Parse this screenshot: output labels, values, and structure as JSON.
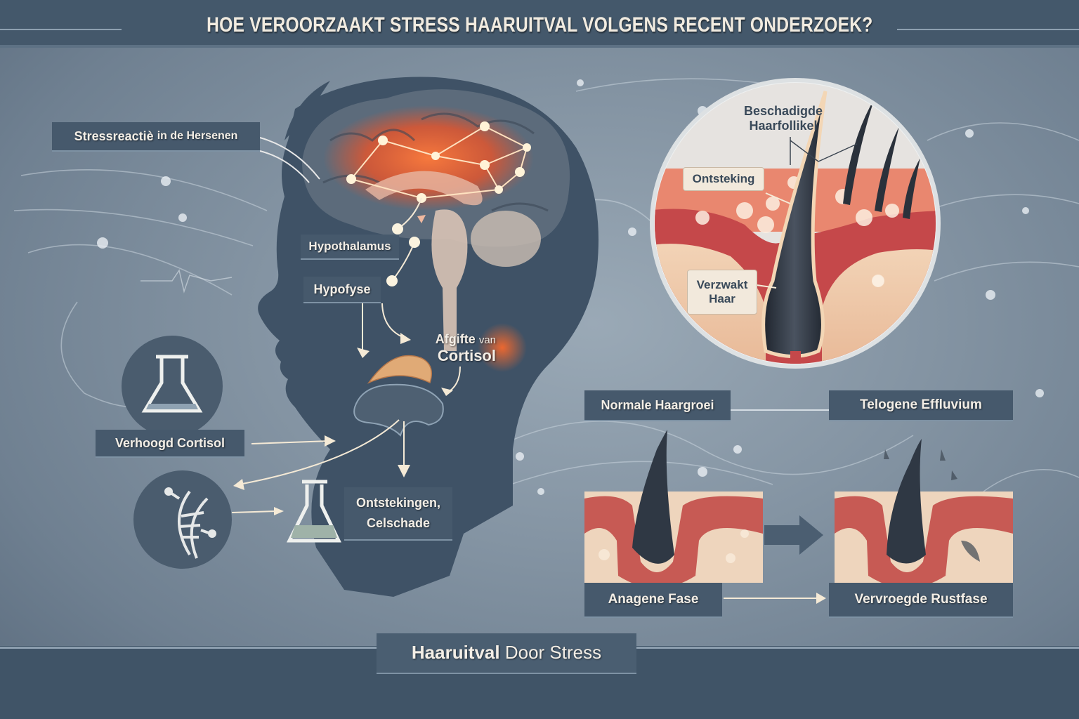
{
  "title": "HOE VEROORZAAKT STRESS HAARUITVAL VOLGENS RECENT ONDERZOEK?",
  "colors": {
    "header_bg": "#44586b",
    "background": "#8494a3",
    "head_silhouette": "#3f5266",
    "brain_glow": "#e8542a",
    "label_bg": "#46596c",
    "label_text": "#f3eee6",
    "skin": "#f0c9a6",
    "tissue_red": "#c5484a",
    "hair": "#2c3440"
  },
  "brain_section": {
    "stress_label_bold": "Stressreactiè",
    "stress_label_rest": "in de Hersenen",
    "hypothalamus": "Hypothalamus",
    "hypofyse": "Hypofyse",
    "cortisol_release_line1_bold": "Afgifte",
    "cortisol_release_line1_rest": "van",
    "cortisol_release_line2": "Cortisol"
  },
  "left_flow": {
    "elevated_cortisol": "Verhoogd Cortisol",
    "inflammation_line1": "Ontstekingen,",
    "inflammation_line2": "Celschade",
    "icons": [
      "flask-icon",
      "dna-icon",
      "flask-icon"
    ]
  },
  "follicle_closeup": {
    "title_line1": "Beschadigde",
    "title_line2": "Haarfollikel",
    "inflammation": "Ontsteking",
    "weakened_line1": "Verzwakt",
    "weakened_line2": "Haar"
  },
  "hair_cycle": {
    "normal_title": "Normale Haargroei",
    "telogen_title": "Telogene Effluvium",
    "anagen_label": "Anagene Fase",
    "rest_label": "Vervroegde Rustfase"
  },
  "footer": {
    "label_bold": "Haaruitval",
    "label_rest": "Door Stress"
  }
}
